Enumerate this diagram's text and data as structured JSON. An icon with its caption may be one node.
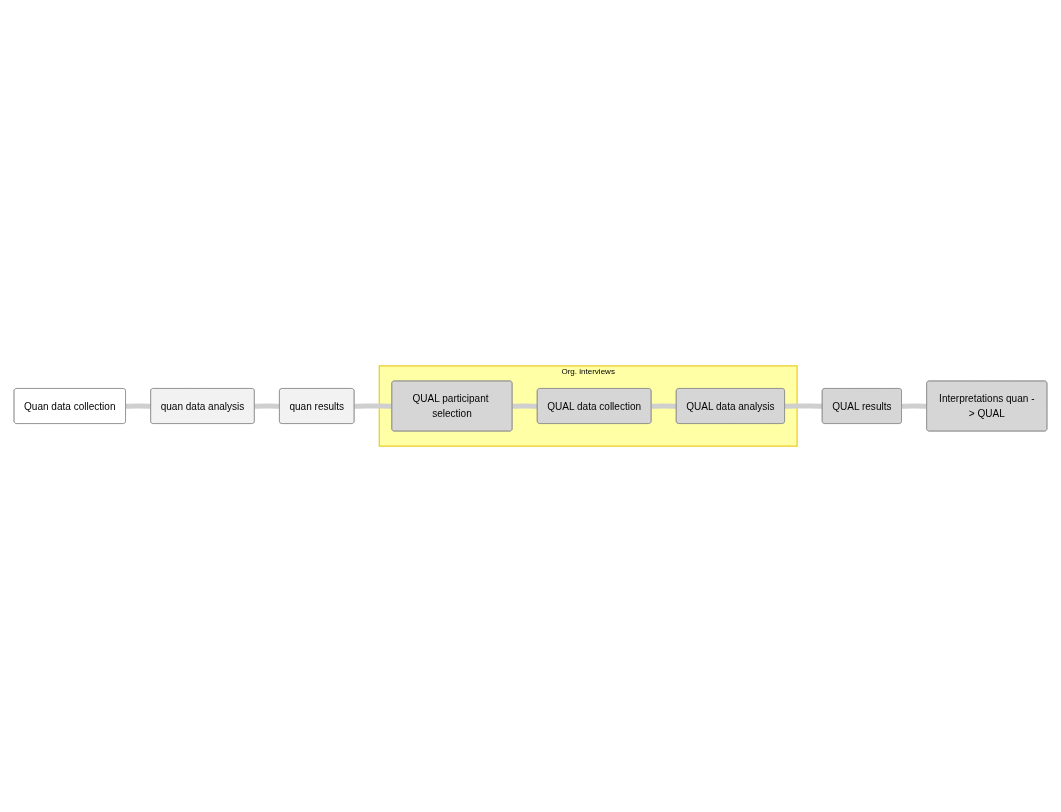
{
  "diagram": {
    "nodes": [
      {
        "text": [
          "Org. interviews"
        ]
      },
      {
        "text": [
          "Quan data collection"
        ]
      },
      {
        "text": [
          "quan data analysis"
        ]
      },
      {
        "text": [
          "quan results"
        ]
      },
      {
        "text": [
          "QUAL participant selection"
        ],
        "in": 0
      },
      {
        "text": [
          "QUAL data collection"
        ],
        "in": 0
      },
      {
        "text": [
          "QUAL data analysis"
        ],
        "in": 0
      },
      {
        "text": [
          "QUAL results"
        ]
      },
      {
        "text": [
          "Interpretations quan -> QUAL"
        ]
      }
    ],
    "edges": [
      {
        "from": 1,
        "to": 2,
        "arrow": "none"
      },
      {
        "from": 2,
        "to": 3,
        "arrow": "none"
      },
      {
        "from": 3,
        "to": 4,
        "arrow": "none"
      },
      {
        "from": 4,
        "to": 5,
        "arrow": "none"
      },
      {
        "from": 5,
        "to": 6,
        "arrow": "none"
      },
      {
        "from": 6,
        "to": 7,
        "arrow": "none"
      },
      {
        "from": 7,
        "to": 8,
        "arrow": "none"
      }
    ]
  }
}
